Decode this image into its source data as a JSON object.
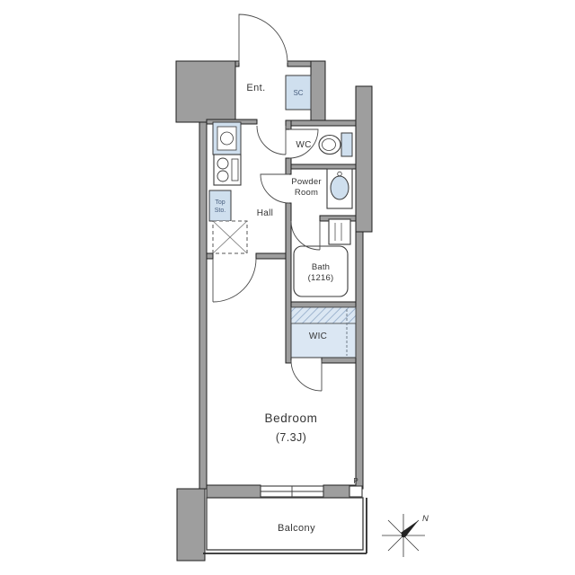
{
  "plan": {
    "rooms": {
      "entrance": {
        "label": "Ent."
      },
      "shoe_closet": {
        "label": "SC"
      },
      "wc": {
        "label": "WC"
      },
      "powder_room": {
        "label_line1": "Powder",
        "label_line2": "Room"
      },
      "hall": {
        "label": "Hall"
      },
      "top_storage": {
        "label_line1": "Top",
        "label_line2": "Sto."
      },
      "bath": {
        "label_line1": "Bath",
        "label_line2": "(1216)"
      },
      "wic": {
        "label": "WIC"
      },
      "bedroom": {
        "label_line1": "Bedroom",
        "label_line2": "(7.3J)"
      },
      "balcony": {
        "label": "Balcony"
      }
    },
    "annotations": {
      "pipe_space": "P",
      "compass_north": "N"
    },
    "colors": {
      "wall_fill": "#9e9e9e",
      "wall_stroke": "#1f1f1f",
      "storage_fill": "#cfdfee",
      "wic_fill": "#dbe7f3",
      "hatch_line": "#8fa8c6",
      "line": "#3a3a3a",
      "text": "#353535"
    }
  }
}
